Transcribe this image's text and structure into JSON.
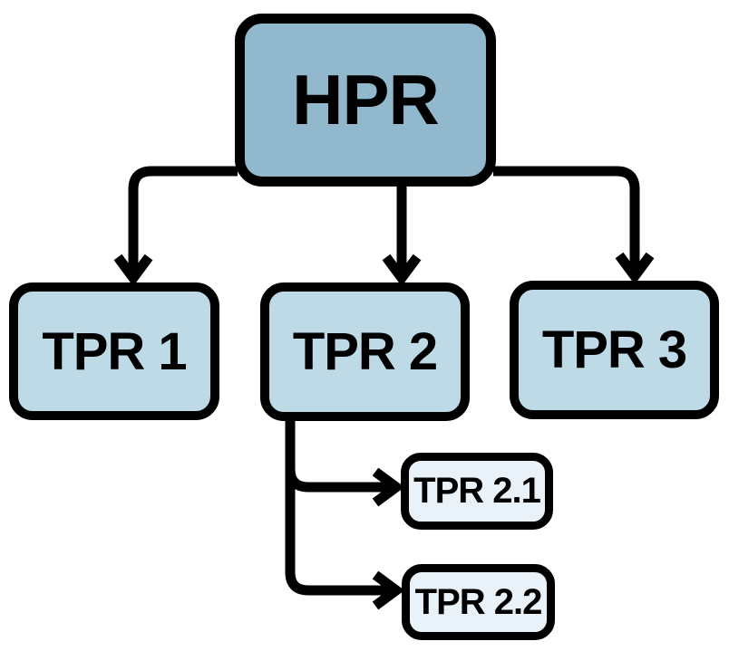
{
  "diagram": {
    "type": "hierarchy-flowchart",
    "background_color": "#ffffff",
    "line_color": "#000000",
    "border_color": "#000000",
    "nodes": {
      "hpr": {
        "label": "HPR",
        "level": 1,
        "fill": "#92b8ce"
      },
      "tpr1": {
        "label": "TPR 1",
        "level": 2,
        "fill": "#bedae6"
      },
      "tpr2": {
        "label": "TPR 2",
        "level": 2,
        "fill": "#bedae6"
      },
      "tpr3": {
        "label": "TPR 3",
        "level": 2,
        "fill": "#bedae6"
      },
      "tpr21": {
        "label": "TPR 2.1",
        "level": 3,
        "fill": "#e9f2f8"
      },
      "tpr22": {
        "label": "TPR 2.2",
        "level": 3,
        "fill": "#e9f2f8"
      }
    },
    "edges": [
      {
        "from": "HPR",
        "to": "TPR 1"
      },
      {
        "from": "HPR",
        "to": "TPR 2"
      },
      {
        "from": "HPR",
        "to": "TPR 3"
      },
      {
        "from": "TPR 2",
        "to": "TPR 2.1"
      },
      {
        "from": "TPR 2",
        "to": "TPR 2.2"
      }
    ]
  }
}
